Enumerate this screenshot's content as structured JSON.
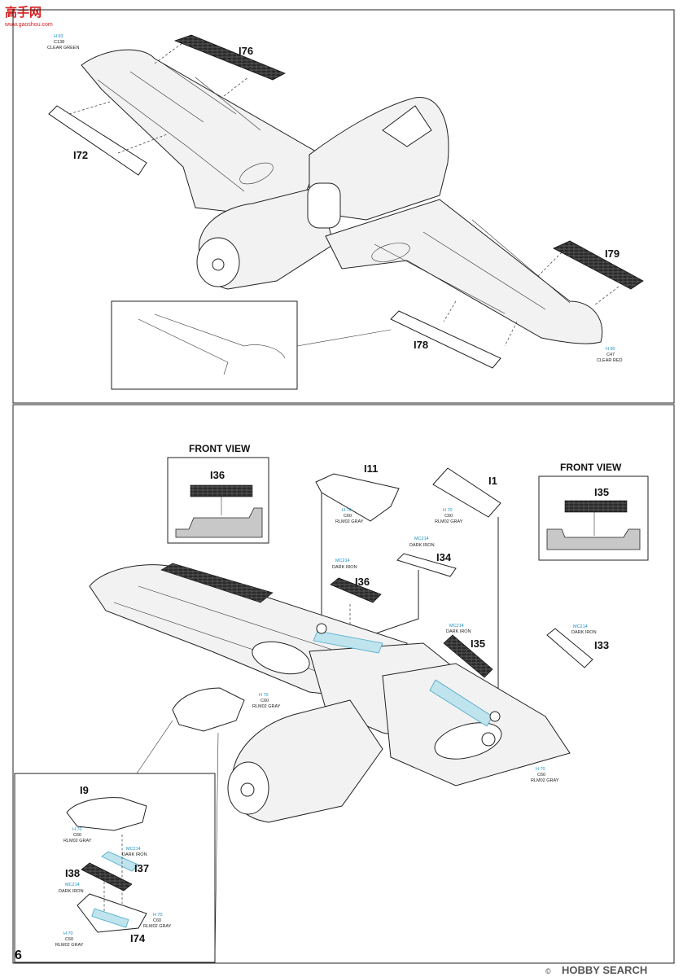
{
  "watermark": {
    "logo_text": "高手网",
    "url": "www.gaoshou.com"
  },
  "page_number": "6",
  "footer": {
    "text": "HOBBY SEARCH",
    "mark": "©"
  },
  "top_panel": {
    "parts": {
      "i76": "I76",
      "i72": "I72",
      "i79": "I79",
      "i78": "I78"
    },
    "callouts": {
      "green_tip": {
        "code": "H 93",
        "ref": "C138",
        "name": "CLEAR GREEN"
      },
      "red_tip": {
        "code": "H 90",
        "ref": "C47",
        "name": "CLEAR RED"
      }
    }
  },
  "bottom_panel": {
    "front_view_left": {
      "title": "FRONT VIEW",
      "part": "I36"
    },
    "front_view_right": {
      "title": "FRONT VIEW",
      "part": "I35"
    },
    "parts": {
      "i11": "I11",
      "i1": "I1",
      "i34": "I34",
      "i36": "I36",
      "i35": "I35",
      "i33": "I33",
      "i9": "I9",
      "i37": "I37",
      "i38": "I38",
      "i74": "I74"
    },
    "callouts": {
      "i11_color": {
        "code": "H 70",
        "ref": "C60",
        "name": "RLM02 GRAY"
      },
      "i1_color": {
        "code": "H 70",
        "ref": "C60",
        "name": "RLM02 GRAY"
      },
      "i34_color": {
        "code": "MC214",
        "name": "DARK IRON"
      },
      "i36_color": {
        "code": "MC214",
        "name": "DARK IRON"
      },
      "i35_color": {
        "code": "MC214",
        "name": "DARK IRON"
      },
      "i33_color": {
        "code": "MC214",
        "name": "DARK IRON"
      },
      "hatch_color": {
        "code": "H 70",
        "ref": "C60",
        "name": "RLM02 GRAY"
      },
      "wing_color": {
        "code": "H 70",
        "ref": "C60",
        "name": "RLM02 GRAY"
      },
      "i9_color": {
        "code": "H 70",
        "ref": "C60",
        "name": "RLM02 GRAY"
      },
      "i37_color": {
        "code": "MC214",
        "name": "DARK IRON"
      },
      "i38_color": {
        "code": "MC214",
        "name": "DARK IRON"
      },
      "i74_color_right": {
        "code": "H 70",
        "ref": "C60",
        "name": "RLM02 GRAY"
      },
      "i74_color_left": {
        "code": "H 70",
        "ref": "C60",
        "name": "RLM02 GRAY"
      }
    }
  }
}
